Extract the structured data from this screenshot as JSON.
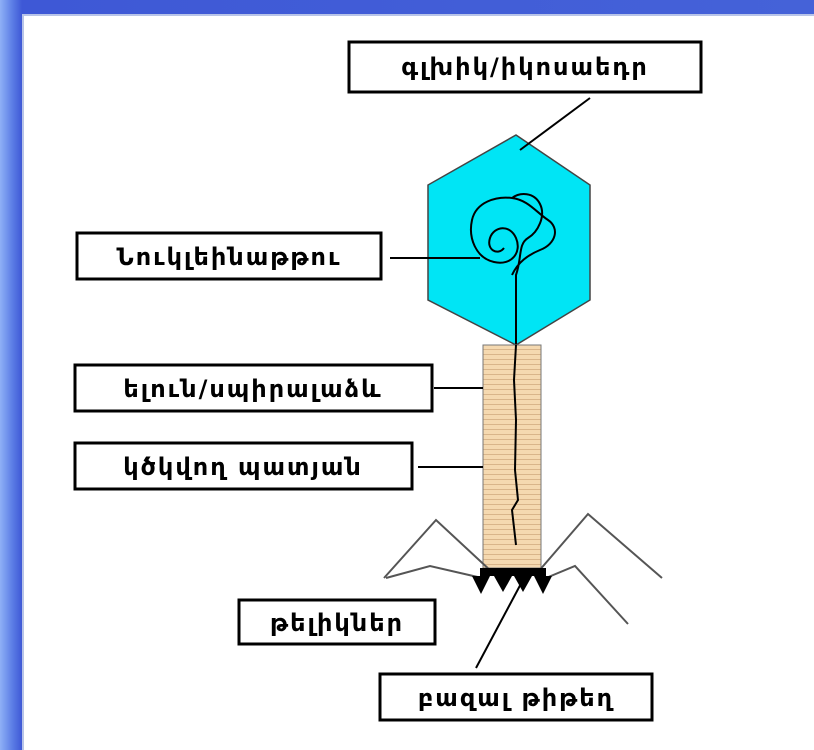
{
  "labels": {
    "head": "գլխիկ/իկոսաեդր",
    "nucleic_acid": "Նուկլեինաթթու",
    "collar": "ելուն/սպիրալաձև",
    "sheath": "կծկվող պատյան",
    "fibers": "թելիկներ",
    "base_plate": "բազալ թիթեղ"
  },
  "colors": {
    "head_fill": "#00e5f5",
    "tail_fill": "#f5d9b0",
    "tail_stripe": "#d9b58a",
    "background_outer": "#3e58d6"
  }
}
